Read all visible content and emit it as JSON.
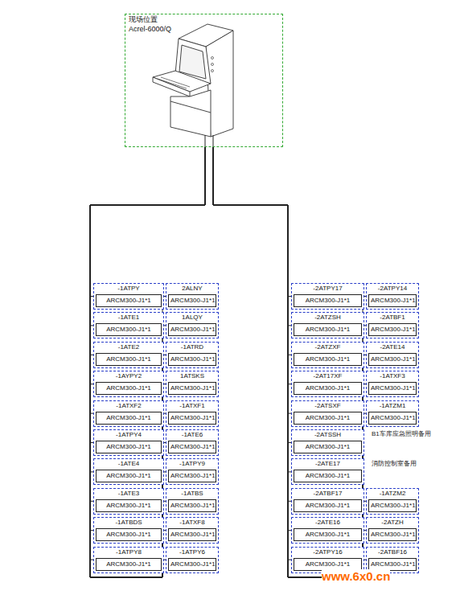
{
  "diagram": {
    "nodes": [
      {
        "text": [
          "现场位置",
          "Acrel-6000/Q"
        ]
      },
      {
        "text": [
          "-1ATPY",
          "ARCM300-J1*1"
        ]
      },
      {
        "text": [
          "-1ATE1",
          "ARCM300-J1*1"
        ]
      },
      {
        "text": [
          "-1ATE2",
          "ARCM300-J1*1"
        ]
      },
      {
        "text": [
          "-1AYPY2",
          "ARCM300-J1*1"
        ]
      },
      {
        "text": [
          "-1ATXF2",
          "ARCM300-J1*1"
        ]
      },
      {
        "text": [
          "-1ATPY4",
          "ARCM300-J1*1"
        ]
      },
      {
        "text": [
          "-1ATE4",
          "ARCM300-J1*1"
        ]
      },
      {
        "text": [
          "-1ATE3",
          "ARCM300-J1*1"
        ]
      },
      {
        "text": [
          "-1ATBDS",
          "ARCM300-J1*1"
        ]
      },
      {
        "text": [
          "-1ATPY8",
          "ARCM300-J1*1"
        ]
      },
      {
        "text": [
          "2ALNY",
          "ARCM300-J1*1"
        ]
      },
      {
        "text": [
          "1ALQY",
          "ARCM300-J1*1"
        ]
      },
      {
        "text": [
          "-1ATRD",
          "ARCM300-J1*1"
        ]
      },
      {
        "text": [
          "1ATSKS",
          "ARCM300-J1*1"
        ]
      },
      {
        "text": [
          "-1ATXF1",
          "ARCM300-J1*1"
        ]
      },
      {
        "text": [
          "-1ATE6",
          "ARCM300-J1*1"
        ]
      },
      {
        "text": [
          "-1ATPY9",
          "ARCM300-J1*1"
        ]
      },
      {
        "text": [
          "-1ATBS",
          "ARCM300-J1*1"
        ]
      },
      {
        "text": [
          "-1ATXF8",
          "ARCM300-J1*1"
        ]
      },
      {
        "text": [
          "-1ATPY6",
          "ARCM300-J1*1"
        ]
      },
      {
        "text": [
          "-2ATPY17",
          "ARCM300-J1*1"
        ]
      },
      {
        "text": [
          "-2ATZSH",
          "ARCM300-J1*1"
        ]
      },
      {
        "text": [
          "-2ATZXF",
          "ARCM300-J1*1"
        ]
      },
      {
        "text": [
          "-2AT17XF",
          "ARCM300-J1*1"
        ]
      },
      {
        "text": [
          "-2ATSXF",
          "ARCM300-J1*1"
        ]
      },
      {
        "text": [
          "-2ATSSH",
          "ARCM300-J1*1"
        ]
      },
      {
        "text": [
          "-2ATE17",
          "ARCM300-J1*1"
        ]
      },
      {
        "text": [
          "-2ATBF17",
          "ARCM300-J1*1"
        ]
      },
      {
        "text": [
          "-2ATE16",
          "ARCM300-J1*1"
        ]
      },
      {
        "text": [
          "-2ATPY16",
          "ARCM300-J1*1"
        ]
      },
      {
        "text": [
          "-2ATPY14",
          "ARCM300-J1*1"
        ]
      },
      {
        "text": [
          "-2ATBF1",
          "ARCM300-J1*1"
        ]
      },
      {
        "text": [
          "-2ATE14",
          "ARCM300-J1*1"
        ]
      },
      {
        "text": [
          "-1ATXF3",
          "ARCM300-J1*1"
        ]
      },
      {
        "text": [
          "-1ATZM1",
          "ARCM300-J1*1"
        ]
      },
      {
        "text": [
          "-1ATZM2",
          "ARCM300-J1*1"
        ]
      },
      {
        "text": [
          "-2ATZH",
          "ARCM300-J1*1"
        ]
      },
      {
        "text": [
          "-2ATBF16",
          "ARCM300-J1*1"
        ]
      }
    ],
    "edges": [
      {
        "from": 0,
        "to": 1,
        "arrow": "none"
      },
      {
        "from": 0,
        "to": 2,
        "arrow": "none"
      },
      {
        "from": 0,
        "to": 3,
        "arrow": "none"
      },
      {
        "from": 0,
        "to": 4,
        "arrow": "none"
      },
      {
        "from": 0,
        "to": 5,
        "arrow": "none"
      },
      {
        "from": 0,
        "to": 6,
        "arrow": "none"
      },
      {
        "from": 0,
        "to": 7,
        "arrow": "none"
      },
      {
        "from": 0,
        "to": 8,
        "arrow": "none"
      },
      {
        "from": 0,
        "to": 9,
        "arrow": "none"
      },
      {
        "from": 0,
        "to": 10,
        "arrow": "none"
      },
      {
        "from": 0,
        "to": 11,
        "arrow": "none"
      },
      {
        "from": 0,
        "to": 12,
        "arrow": "none"
      },
      {
        "from": 0,
        "to": 13,
        "arrow": "none"
      },
      {
        "from": 0,
        "to": 14,
        "arrow": "none"
      },
      {
        "from": 0,
        "to": 15,
        "arrow": "none"
      },
      {
        "from": 0,
        "to": 16,
        "arrow": "none"
      },
      {
        "from": 0,
        "to": 17,
        "arrow": "none"
      },
      {
        "from": 0,
        "to": 18,
        "arrow": "none"
      },
      {
        "from": 0,
        "to": 19,
        "arrow": "none"
      },
      {
        "from": 0,
        "to": 20,
        "arrow": "none"
      },
      {
        "from": 0,
        "to": 21,
        "arrow": "none"
      },
      {
        "from": 0,
        "to": 22,
        "arrow": "none"
      },
      {
        "from": 0,
        "to": 23,
        "arrow": "none"
      },
      {
        "from": 0,
        "to": 24,
        "arrow": "none"
      },
      {
        "from": 0,
        "to": 25,
        "arrow": "none"
      },
      {
        "from": 0,
        "to": 26,
        "arrow": "none"
      },
      {
        "from": 0,
        "to": 27,
        "arrow": "none"
      },
      {
        "from": 0,
        "to": 28,
        "arrow": "none"
      },
      {
        "from": 0,
        "to": 29,
        "arrow": "none"
      },
      {
        "from": 0,
        "to": 30,
        "arrow": "none"
      },
      {
        "from": 0,
        "to": 31,
        "arrow": "none"
      },
      {
        "from": 0,
        "to": 32,
        "arrow": "none"
      },
      {
        "from": 0,
        "to": 33,
        "arrow": "none"
      },
      {
        "from": 0,
        "to": 34,
        "arrow": "none"
      },
      {
        "from": 0,
        "to": 35,
        "arrow": "none"
      },
      {
        "from": 0,
        "to": 36,
        "arrow": "none"
      },
      {
        "from": 0,
        "to": 37,
        "arrow": "none"
      },
      {
        "from": 0,
        "to": 38,
        "arrow": "none"
      }
    ],
    "labels": [
      "B1车库应急照明备用",
      "消防控制室备用",
      "www.6x0.cn"
    ]
  }
}
